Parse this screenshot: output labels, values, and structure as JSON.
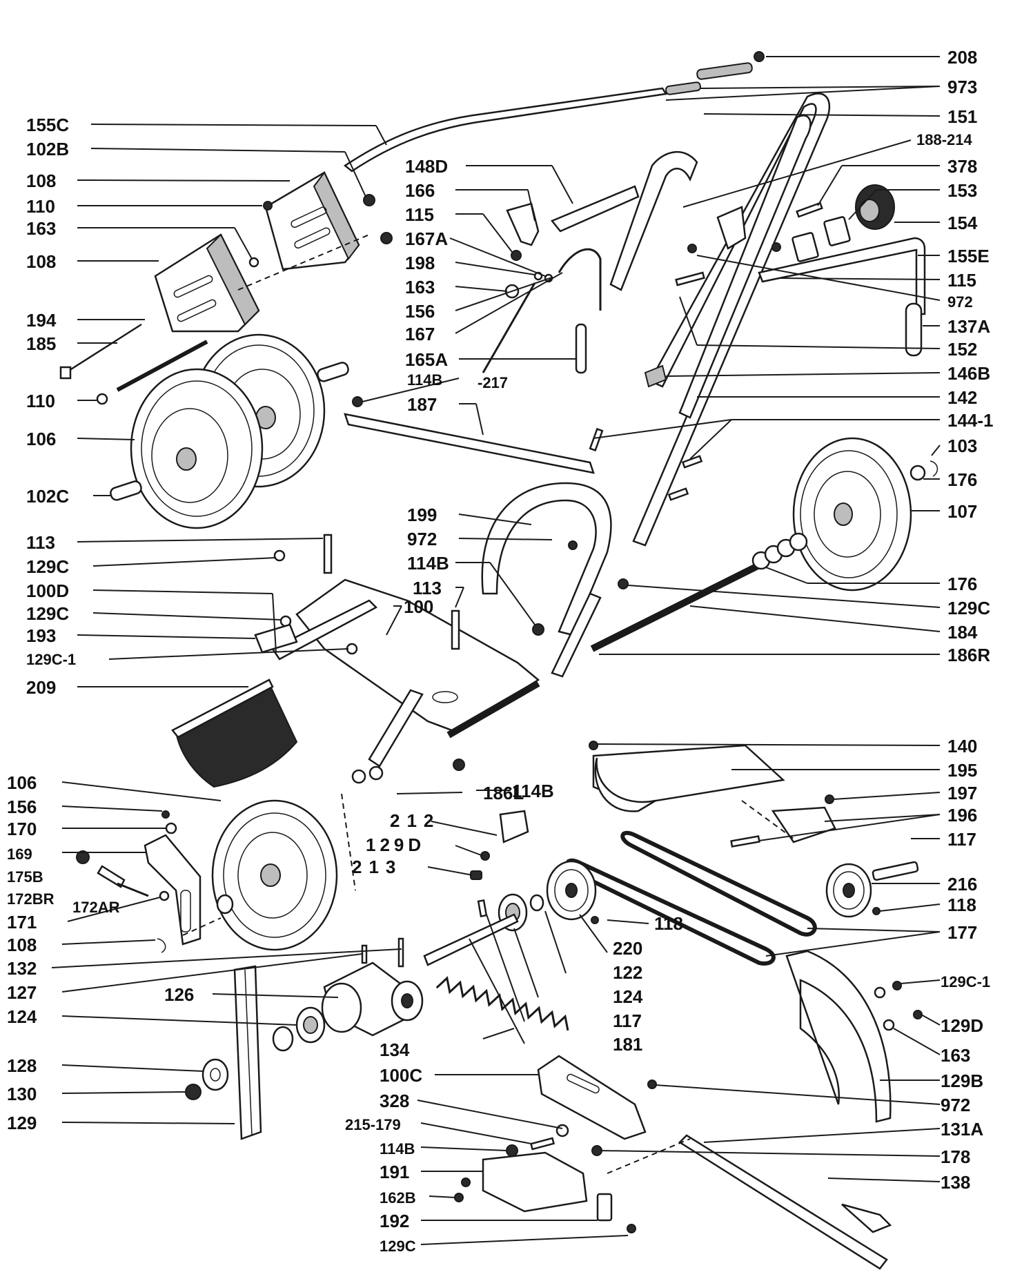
{
  "colors": {
    "ink": "#1a1a1a",
    "paper": "#ffffff"
  },
  "callouts": {
    "c208": "208",
    "c973a": "973",
    "c151": "151",
    "c155c": "155C",
    "c188_214": "188-214",
    "c102b": "102B",
    "c108a": "108",
    "c148d": "148D",
    "c378": "378",
    "c166": "166",
    "c153": "153",
    "c110a": "110",
    "c115a": "115",
    "c154": "154",
    "c163a": "163",
    "c167a": "167A",
    "c155e": "155E",
    "c108b": "108",
    "c198": "198",
    "c115b": "115",
    "c163b": "163",
    "c972a": "972",
    "c156a": "156",
    "c194": "194",
    "c167": "167",
    "c137a": "137A",
    "c185": "185",
    "c165a": "165A",
    "c152": "152",
    "c217": "-217",
    "c114b_a": "114B",
    "c146b": "146B",
    "c110b": "110",
    "c187": "187",
    "c142": "142",
    "c144_1": "144-1",
    "c106a": "106",
    "c103": "103",
    "c176a": "176",
    "c102c": "102C",
    "c107": "107",
    "c199": "199",
    "c972b": "972",
    "c113a": "113",
    "c129c_a": "129C",
    "c114b_b": "114B",
    "c176b": "176",
    "c100d": "100D",
    "c113b": "113",
    "c129c_b": "129C",
    "c100": "100",
    "c129c_c": "129C",
    "c193": "193",
    "c184": "184",
    "c129c_1a": "129C-1",
    "c186r": "186R",
    "c209": "209",
    "c140": "140",
    "c114b_c": "114B",
    "c195": "195",
    "c106b": "106",
    "c186l": "186L",
    "c197": "197",
    "c156b": "156",
    "c212": "212",
    "c196": "196",
    "c170": "170",
    "c129d_a": "129D",
    "c117a": "117",
    "c169": "169",
    "c213": "213",
    "c175b": "175B",
    "c216": "216",
    "c172br": "172BR",
    "c118a": "118",
    "c172ar": "172AR",
    "c171": "171",
    "c118b": "118",
    "c220": "220",
    "c177": "177",
    "c108c": "108",
    "c122": "122",
    "c132": "132",
    "c127": "127",
    "c124a": "124",
    "c129c_1b": "129C-1",
    "c126": "126",
    "c117b": "117",
    "c124b": "124",
    "c181": "181",
    "c129d_b": "129D",
    "c134": "134",
    "c163c": "163",
    "c128": "128",
    "c100c": "100C",
    "c129b": "129B",
    "c130": "130",
    "c972c": "972",
    "c328": "328",
    "c129": "129",
    "c215_179": "215-179",
    "c131a": "131A",
    "c114b_d": "114B",
    "c178": "178",
    "c191": "191",
    "c138": "138",
    "c162b": "162B",
    "c192": "192",
    "c129c_d": "129C"
  }
}
